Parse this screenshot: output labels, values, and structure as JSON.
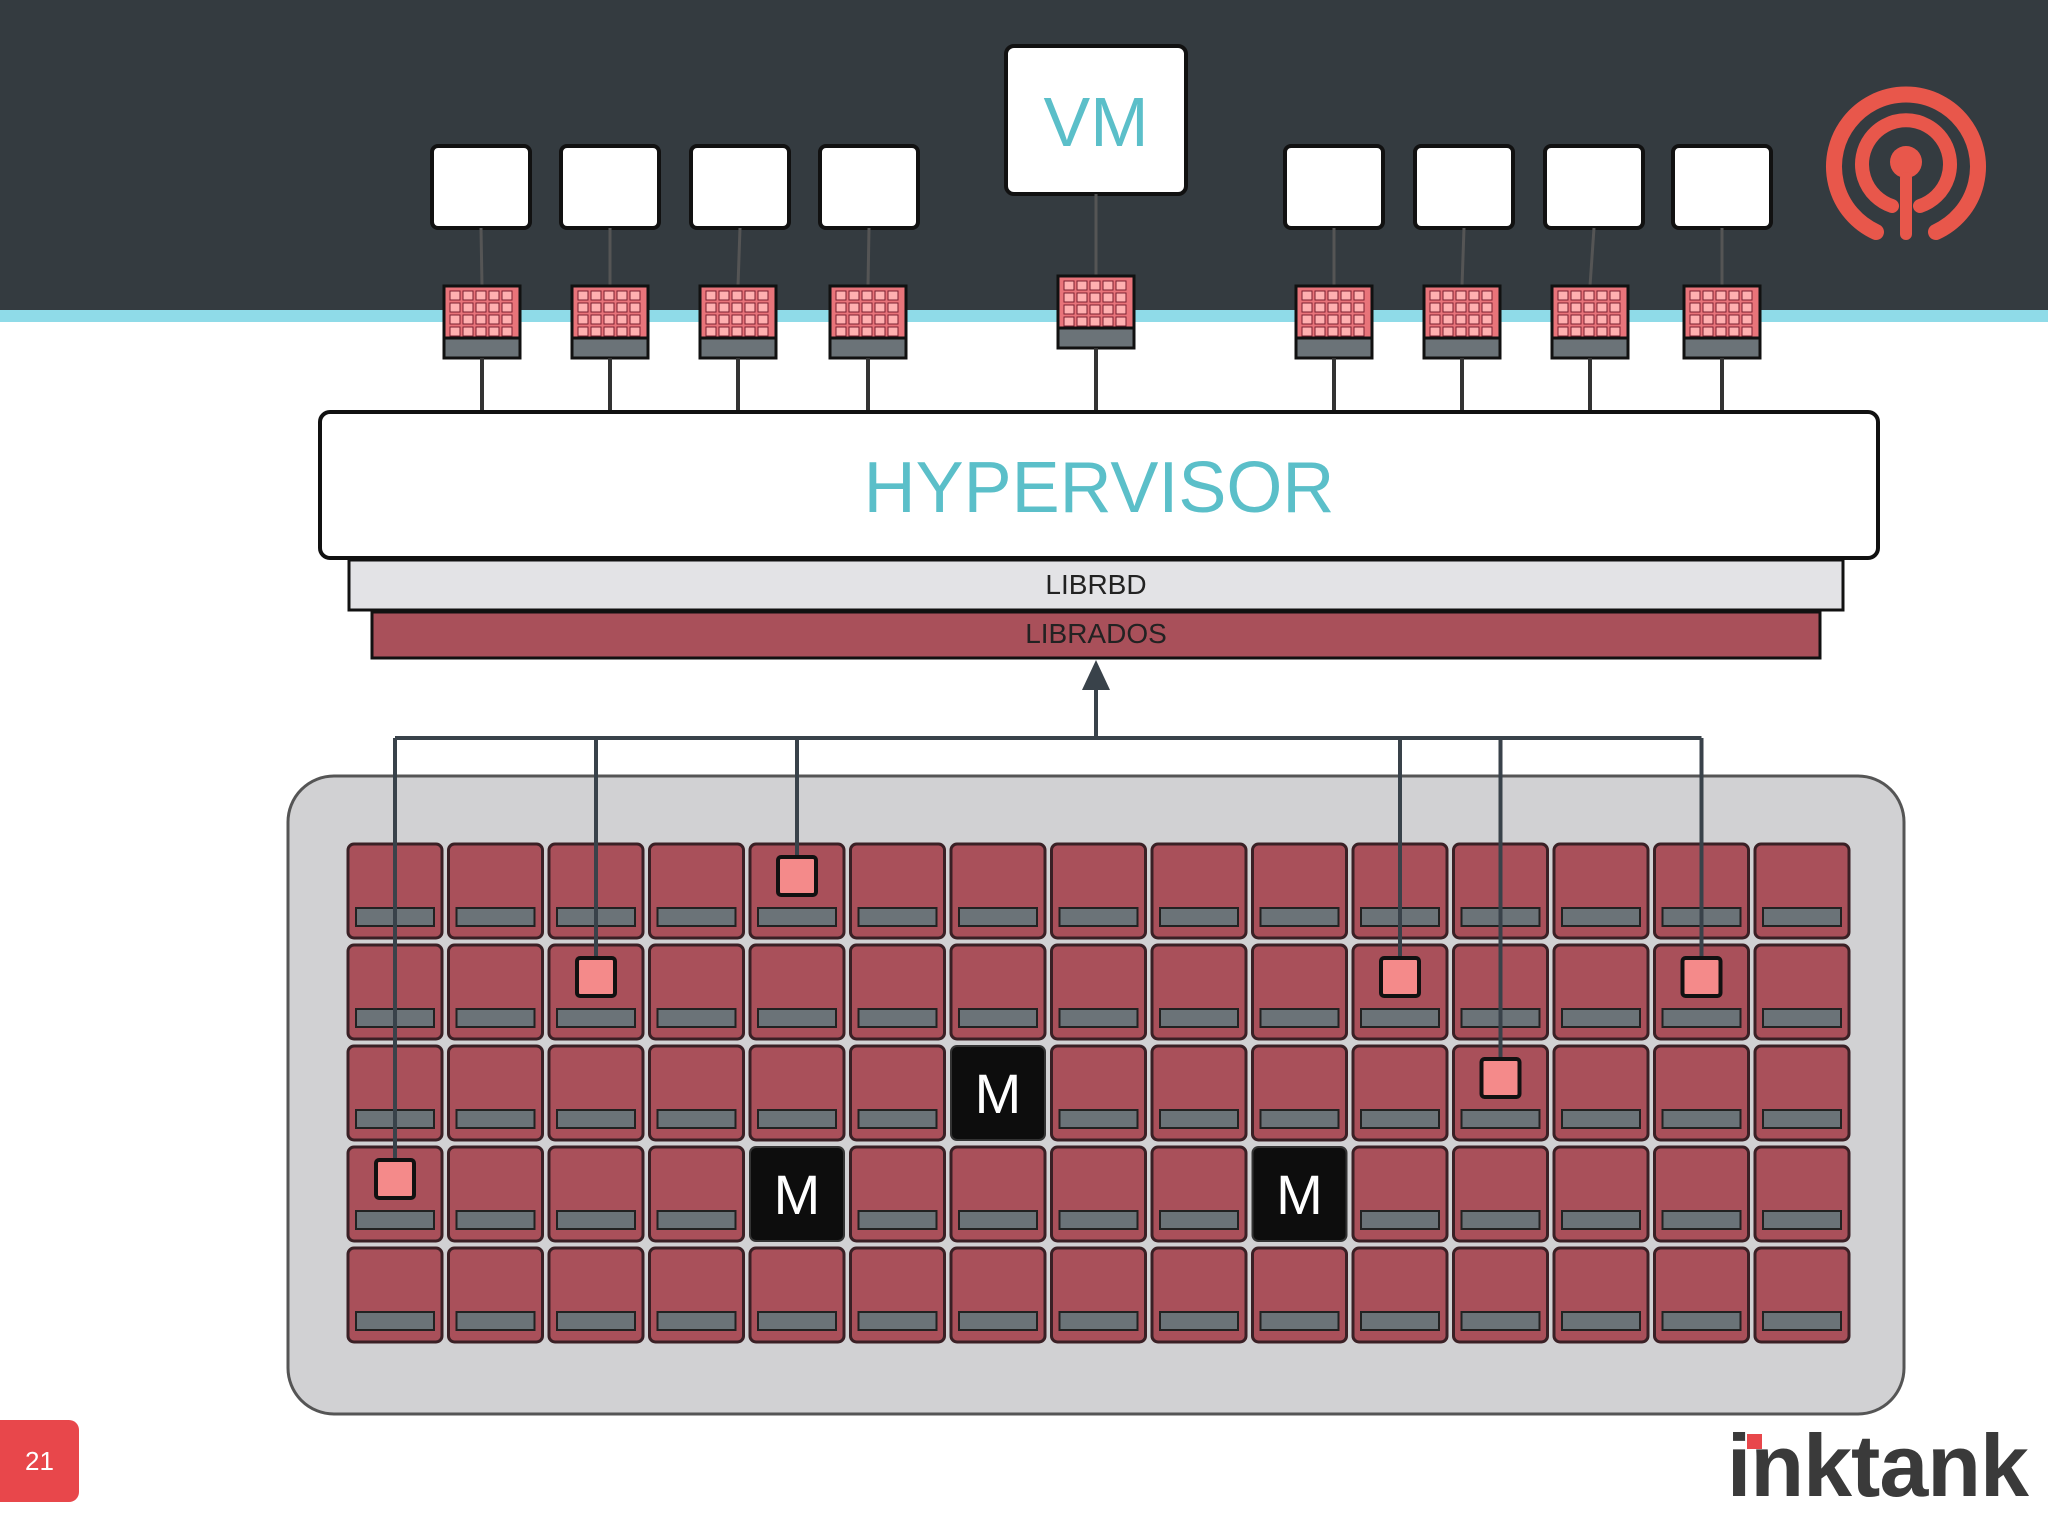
{
  "vm": {
    "label": "VM"
  },
  "hypervisor": {
    "label": "HYPERVISOR"
  },
  "librbd": {
    "label": "LIBRBD"
  },
  "librados": {
    "label": "LIBRADOS"
  },
  "cluster": {
    "rows": 5,
    "cols": 15,
    "monitor_label": "M",
    "monitors": [
      [
        2,
        6
      ],
      [
        3,
        4
      ],
      [
        3,
        9
      ]
    ],
    "objects": [
      [
        0,
        4
      ],
      [
        1,
        2
      ],
      [
        1,
        10
      ],
      [
        1,
        13
      ],
      [
        2,
        11
      ],
      [
        3,
        0
      ]
    ]
  },
  "footer": {
    "slide_number": "21",
    "brand": "inktank"
  },
  "icons": {
    "ceph_logo": "ceph-logo-icon"
  },
  "colors": {
    "banner": "#343b40",
    "accent": "#5bbfc9",
    "osd": "#a9505a",
    "object": "#f48a8a",
    "brand_red": "#e8474b"
  }
}
